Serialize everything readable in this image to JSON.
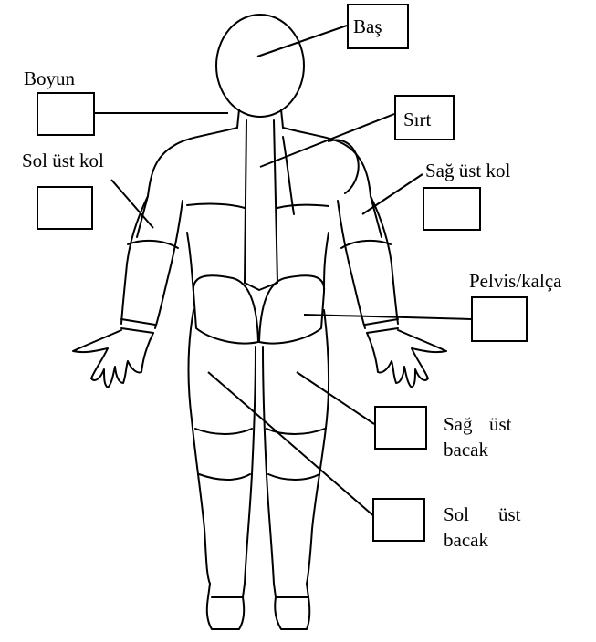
{
  "labels": {
    "bas": "Baş",
    "boyun": "Boyun",
    "sirt": "Sırt",
    "sol_ust_kol": "Sol üst kol",
    "sag_ust_kol": "Sağ üst kol",
    "pelvis": "Pelvis/kalça",
    "sag_ust_bacak_1": "Sağ",
    "sag_ust_bacak_2": "üst",
    "sag_ust_bacak_3": "bacak",
    "sol_ust_bacak_1": "Sol",
    "sol_ust_bacak_2": "üst",
    "sol_ust_bacak_3": "bacak"
  }
}
